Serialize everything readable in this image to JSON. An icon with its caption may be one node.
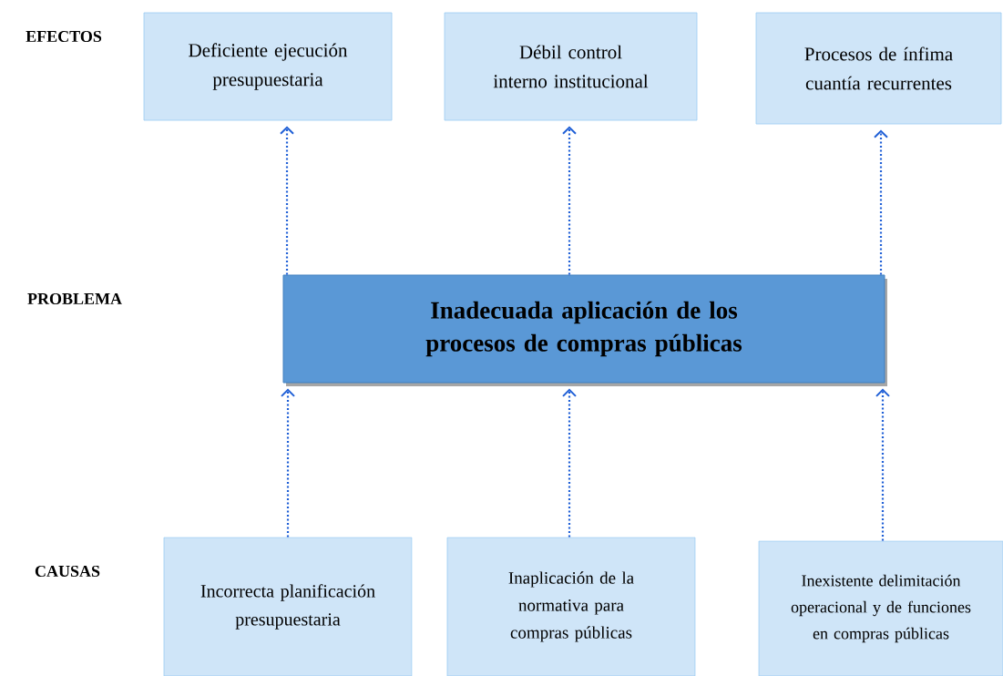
{
  "diagram": {
    "nodes": [
      {
        "text": [
          "Deficiente ejecución presupuestaria"
        ]
      },
      {
        "text": [
          "Débil control interno institucional"
        ]
      },
      {
        "text": [
          "Procesos de ínfima cuantía recurrentes"
        ]
      },
      {
        "text": [
          "Inadecuada aplicación de los procesos de compras públicas"
        ]
      },
      {
        "text": [
          "Incorrecta planificación presupuestaria"
        ]
      },
      {
        "text": [
          "Inaplicación de la normativa para compras públicas"
        ]
      },
      {
        "text": [
          "Inexistente delimitación operacional y de funciones en compras públicas"
        ]
      }
    ],
    "edges": [
      {
        "from": 3,
        "to": 0,
        "arrow": "to"
      },
      {
        "from": 3,
        "to": 1,
        "arrow": "to"
      },
      {
        "from": 3,
        "to": 2,
        "arrow": "to"
      },
      {
        "from": 4,
        "to": 3,
        "arrow": "to"
      },
      {
        "from": 5,
        "to": 3,
        "arrow": "to"
      },
      {
        "from": 6,
        "to": 3,
        "arrow": "to"
      }
    ],
    "labels": [
      "EFECTOS",
      "PROBLEMA",
      "CAUSAS"
    ]
  }
}
